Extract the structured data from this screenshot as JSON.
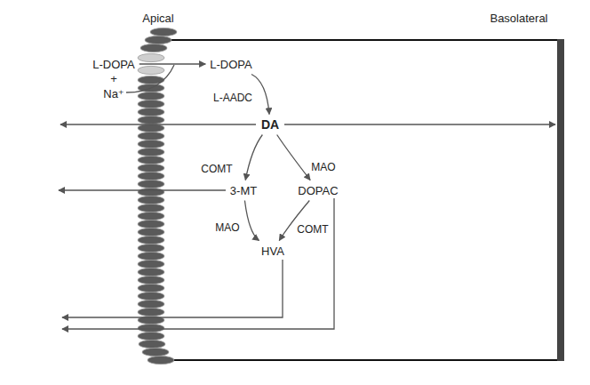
{
  "diagram": {
    "nodes": [
      {
        "text": [
          "L-DOPA"
        ]
      },
      {
        "text": [
          "L-DOPA"
        ]
      },
      {
        "text": [
          "DA"
        ]
      },
      {
        "text": [
          "3-MT"
        ]
      },
      {
        "text": [
          "DOPAC"
        ]
      },
      {
        "text": [
          "HVA"
        ]
      }
    ],
    "edges": [
      {
        "from": 0,
        "to": 1,
        "arrow": "to"
      },
      {
        "from": 1,
        "to": 2,
        "label": "L-AADC",
        "arrow": "to"
      },
      {
        "from": 2,
        "to": 3,
        "label": "COMT",
        "arrow": "to"
      },
      {
        "from": 2,
        "to": 4,
        "label": "MAO",
        "arrow": "to"
      },
      {
        "from": 3,
        "to": 5,
        "label": "MAO",
        "arrow": "to"
      },
      {
        "from": 4,
        "to": 5,
        "label": "COMT",
        "arrow": "to"
      }
    ],
    "labels": [
      "Apical",
      "Basolateral",
      "+",
      "Na⁺"
    ]
  }
}
